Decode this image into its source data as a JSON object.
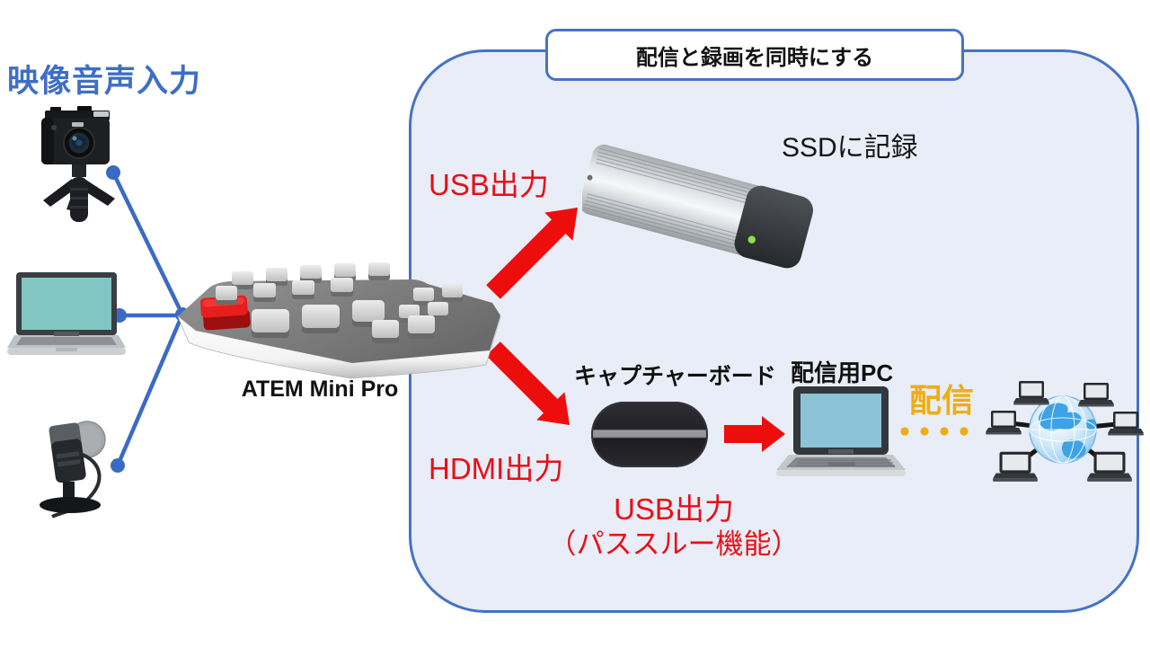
{
  "heading": {
    "text": "映像音声入力"
  },
  "inputs": {
    "camera_icon": "camera-on-tripod-icon",
    "laptop_icon": "laptop-icon",
    "mic_icon": "microphone-icon"
  },
  "switcher": {
    "label": "ATEM Mini Pro",
    "icon": "atem-mini-pro-icon"
  },
  "frame": {
    "title": "配信と録画を同時にする"
  },
  "record_path": {
    "output_label": "USB出力",
    "ssd_caption": "SSDに記録",
    "ssd_icon": "external-ssd-icon",
    "arrow_icon": "red-arrow-up-right-icon"
  },
  "stream_path": {
    "output_label": "HDMI出力",
    "capture_caption": "キャプチャーボード",
    "capture_icon": "capture-board-icon",
    "arrow_icon": "red-arrow-down-right-icon",
    "capture_to_pc_arrow_icon": "red-arrow-right-icon",
    "pc_caption": "配信用PC",
    "pc_icon": "streaming-pc-icon",
    "usb_note_line1": "USB出力",
    "usb_note_line2": "（パススルー機能）",
    "stream_label": "配信",
    "network_icon": "internet-network-icon"
  },
  "colors": {
    "accent_red": "#ea0d16",
    "accent_gold": "#f0ad13",
    "heading_blue": "#3e6ec6",
    "frame_border": "#4673c2",
    "frame_fill": "#e8edf7",
    "connector_blue": "#3a6bc4"
  }
}
